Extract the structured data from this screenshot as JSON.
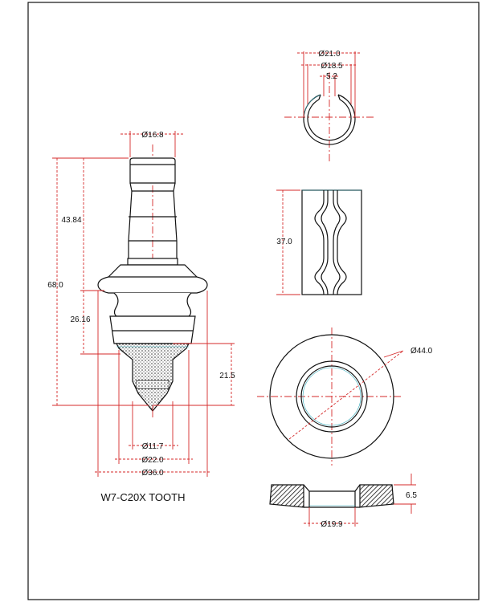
{
  "drawing": {
    "title": "W7-C20X TOOTH",
    "dimensions": {
      "tooth_head_dia": "Ø16.8",
      "upper_length": "43.84",
      "total_length": "68.0",
      "lower_length": "26.16",
      "tip_length": "21.5",
      "tip_dia": "Ø11.7",
      "body_dia": "Ø22.0",
      "flange_dia": "Ø36.0",
      "sleeve_outer_dia": "Ø21.0",
      "sleeve_inner_dia": "Ø18.5",
      "sleeve_gap": "5.2",
      "sleeve_length": "37.0",
      "washer_outer_dia": "Ø44.0",
      "washer_thickness": "6.5",
      "washer_inner_dia": "Ø19.9"
    }
  }
}
